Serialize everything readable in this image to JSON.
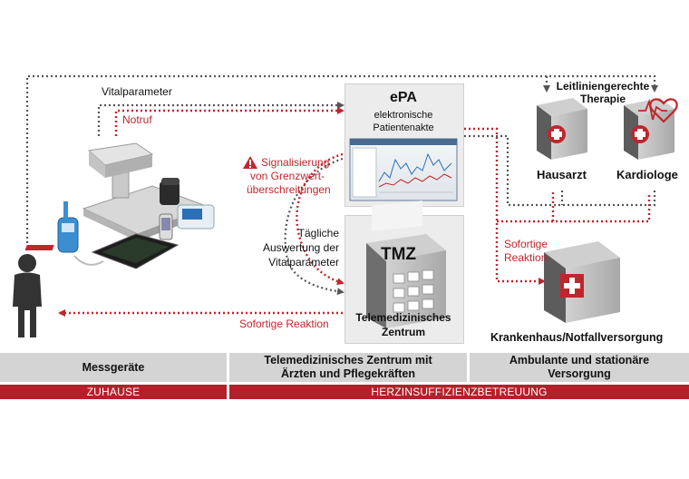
{
  "epa": {
    "title": "ePA",
    "subtitle_line1": "elektronische",
    "subtitle_line2": "Patientenakte"
  },
  "tmz": {
    "badge": "TMZ",
    "label_line1": "Telemedizinisches",
    "label_line2": "Zentrum"
  },
  "labels": {
    "vitalparameter": "Vitalparameter",
    "notruf": "Notruf",
    "signal_line1": "Signalisierung",
    "signal_line2": "von Grenzwert-",
    "signal_line3": "überschreitungen",
    "taegliche_line1": "Tägliche",
    "taegliche_line2": "Auswertung der",
    "taegliche_line3": "Vitalparameter",
    "sofortige_reaktion": "Sofortige Reaktion",
    "sofortige_line1": "Sofortige",
    "sofortige_line2": "Reaktion",
    "leitlinien_line1": "Leitliniengerechte",
    "leitlinien_line2": "Therapie"
  },
  "facilities": {
    "hausarzt": "Hausarzt",
    "kardiologe": "Kardiologe",
    "krankenhaus": "Krankenhaus/Notfallversorgung"
  },
  "bands": {
    "col1": "Messgeräte",
    "col2_line1": "Telemedizinisches Zentrum mit",
    "col2_line2": "Ärzten und Pflegekräften",
    "col3_line1": "Ambulante und stationäre",
    "col3_line2": "Versorgung",
    "footer_left": "ZUHAUSE",
    "footer_right": "HERZINSUFFIZIENZBETREUUNG"
  },
  "colors": {
    "accent_red": "#c0262d",
    "band_red": "#b3202a",
    "band_grey": "#d4d4d4",
    "dotted_grey": "#555555"
  },
  "icons": [
    "person-icon",
    "warning-icon",
    "medical-cross-icon",
    "heart-ecg-icon",
    "building-icon",
    "device-cluster"
  ]
}
